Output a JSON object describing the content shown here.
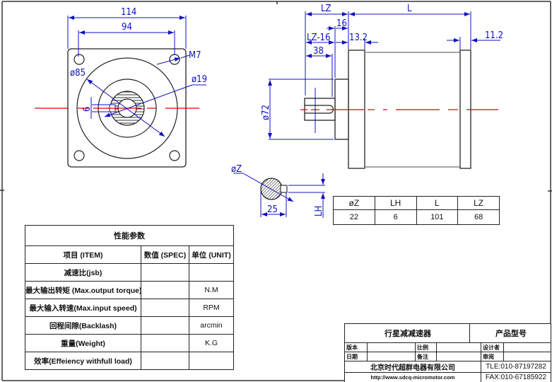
{
  "front_view": {
    "dim_overall_width": "114",
    "dim_hole_spacing": "94",
    "dim_thread": "M7",
    "dim_pilot_diameter": "ø85",
    "dim_shaft_diameter": "ø19",
    "dim_key_width": "6"
  },
  "side_view": {
    "dim_lz": "LZ",
    "dim_l": "L",
    "dim_16": "16",
    "dim_lz_minus_16": "LZ-16",
    "dim_13_2": "13.2",
    "dim_38": "38",
    "dim_11_2": "11.2",
    "dim_flange_diameter": "ø72"
  },
  "key_section": {
    "dim_diameter": "øZ",
    "dim_width": "25",
    "dim_lh": "LH"
  },
  "parameter_table": {
    "headers": [
      "øZ",
      "LH",
      "L",
      "LZ"
    ],
    "values": [
      "22",
      "6",
      "101",
      "68"
    ]
  },
  "performance_table": {
    "title": "性能参数",
    "headers": [
      "项目 (ITEM)",
      "数值 (SPEC)",
      "单位 (UNIT)"
    ],
    "rows": [
      {
        "item": "减速比(jsb)",
        "spec": "",
        "unit": ""
      },
      {
        "item": "最大输出转矩 (Max.output torque)",
        "spec": "",
        "unit": "N.M"
      },
      {
        "item": "最大输入转速(Max.input speed)",
        "spec": "",
        "unit": "RPM"
      },
      {
        "item": "回程间隙(Backlash)",
        "spec": "",
        "unit": "arcmin"
      },
      {
        "item": "重量(Weight)",
        "spec": "",
        "unit": "K.G"
      },
      {
        "item": "效率(Effeiency withfull load)",
        "spec": "",
        "unit": ""
      }
    ]
  },
  "title_block": {
    "product_name": "行星减减速器",
    "model_label": "产品型号",
    "version_label": "版本",
    "scale_label": "比例",
    "designer_label": "设计者",
    "date_label": "日期",
    "remarks_label": "备注",
    "reviewer_label": "审阅",
    "company": "北京时代超群电器有限公司",
    "website": "http://www.sdcq-micromotor.com",
    "tel": "TLE:010-87197282",
    "fax": "FAX:010-67185922"
  },
  "colors": {
    "dimension": "#1010c0",
    "centerline": "#e00000",
    "outline": "#222222"
  }
}
